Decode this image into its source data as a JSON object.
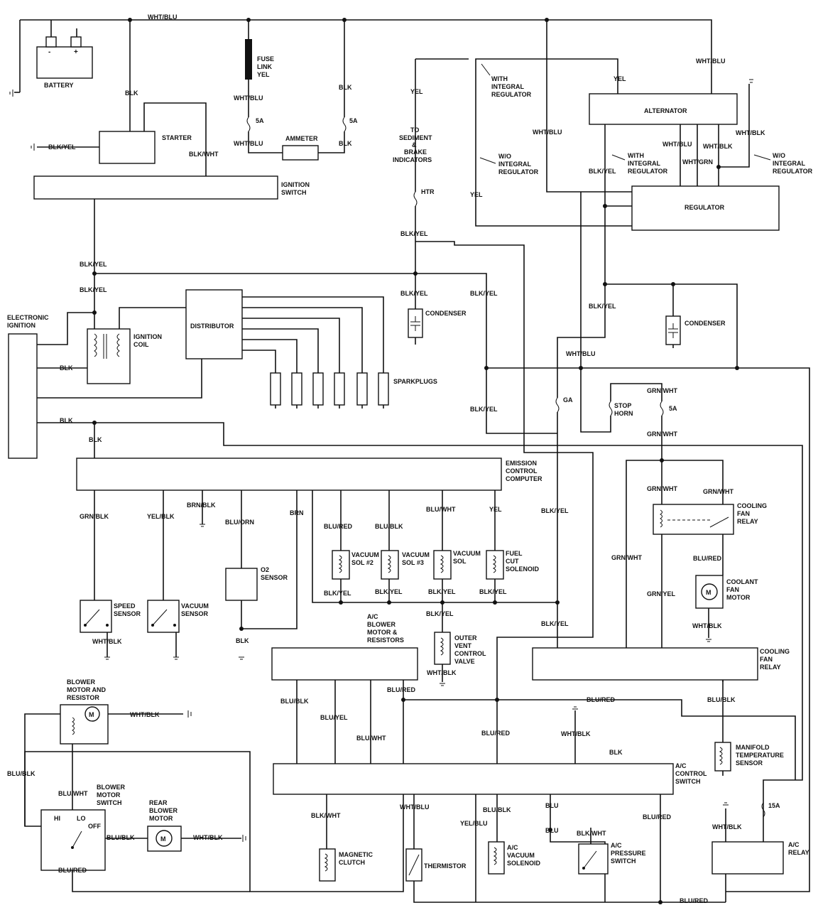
{
  "boxes": {
    "battery": "BATTERY",
    "starter": "STARTER",
    "ignition_switch": [
      "IGNITION",
      "SWITCH"
    ],
    "alternator": "ALTERNATOR",
    "regulator": "REGULATOR",
    "distributor": "DISTRIBUTOR",
    "electronic_ignition": [
      "ELECTRONIC",
      "IGNITION"
    ],
    "ignition_coil": [
      "IGNITION",
      "COIL"
    ],
    "sparkplugs": "SPARKPLUGS",
    "emission_computer": [
      "EMISSION",
      "CONTROL",
      "COMPUTER"
    ],
    "o2_sensor": [
      "O2",
      "SENSOR"
    ],
    "speed_sensor": [
      "SPEED",
      "SENSOR"
    ],
    "vacuum_sensor": [
      "VACUUM",
      "SENSOR"
    ],
    "vacuum_sol2": [
      "VACUUM",
      "SOL #2"
    ],
    "vacuum_sol3": [
      "VACUUM",
      "SOL #3"
    ],
    "vacuum_sol": [
      "VACUUM",
      "SOL"
    ],
    "fuel_cut": [
      "FUEL",
      "CUT",
      "SOLENOID"
    ],
    "outer_vent": [
      "OUTER",
      "VENT",
      "CONTROL",
      "VALVE"
    ],
    "blower_motor_resistors": [
      "A/C",
      "BLOWER",
      "MOTOR &",
      "RESISTORS"
    ],
    "cooling_fan_relay_top": [
      "COOLING",
      "FAN",
      "RELAY"
    ],
    "coolant_fan_motor": [
      "COOLANT",
      "FAN",
      "MOTOR"
    ],
    "cooling_fan_relay_bottom": [
      "COOLING",
      "FAN",
      "RELAY"
    ],
    "blower_motor_resistor": [
      "BLOWER",
      "MOTOR AND",
      "RESISTOR"
    ],
    "blower_motor_switch": [
      "BLOWER",
      "MOTOR",
      "SWITCH"
    ],
    "rear_blower_motor": [
      "REAR",
      "BLOWER",
      "MOTOR"
    ],
    "ac_control_switch": [
      "A/C",
      "CONTROL",
      "SWITCH"
    ],
    "manifold_temp_sensor": [
      "MANIFOLD",
      "TEMPERATURE",
      "SENSOR"
    ],
    "magnetic_clutch": [
      "MAGNETIC",
      "CLUTCH"
    ],
    "thermistor": "THERMISTOR",
    "ac_vacuum_solenoid": [
      "A/C",
      "VACUUM",
      "SOLENOID"
    ],
    "ac_pressure_switch": [
      "A/C",
      "PRESSURE",
      "SWITCH"
    ],
    "ac_relay": [
      "A/C",
      "RELAY"
    ],
    "condenser": "CONDENSER",
    "ammeter": "AMMETER",
    "fuse_link": [
      "FUSE",
      "LINK",
      "YEL"
    ],
    "stop_horn": [
      "STOP",
      "HORN"
    ]
  },
  "notes": {
    "with_integral_top": [
      "WITH",
      "INTEGRAL",
      "REGULATOR"
    ],
    "wo_integral_left": [
      "W/O",
      "INTEGRAL",
      "REGULATOR"
    ],
    "with_integral_right": [
      "WITH",
      "INTEGRAL",
      "REGULATOR"
    ],
    "wo_integral_right": [
      "W/O",
      "INTEGRAL",
      "REGULATOR"
    ],
    "to_sediment": [
      "TO",
      "SEDIMENT",
      "&",
      "BRAKE",
      "INDICATORS"
    ],
    "switch_hi": "HI",
    "switch_lo": "LO",
    "switch_off": "OFF"
  },
  "wire_labels": {
    "wht_blu": "WHT/BLU",
    "blk": "BLK",
    "blk_yel": "BLK/YEL",
    "blk_wht": "BLK/WHT",
    "yel": "YEL",
    "fuse_5a": "5A",
    "fuse_15a": "15A",
    "htr": "HTR",
    "ga": "GA",
    "wht_blk": "WHT/BLK",
    "wht_grn": "WHT/GRN",
    "grn_wht": "GRN/WHT",
    "grn_yel": "GRN/YEL",
    "grn_blk": "GRN/BLK",
    "yel_blk": "YEL/BLK",
    "brn_blk": "BRN/BLK",
    "blu_orn": "BLU/ORN",
    "brn": "BRN",
    "blu_red": "BLU/RED",
    "blu_blk": "BLU/BLK",
    "blu_wht": "BLU/WHT",
    "blu_yel": "BLU/YEL",
    "yel_blu": "YEL/BLU",
    "blu": "BLU"
  }
}
